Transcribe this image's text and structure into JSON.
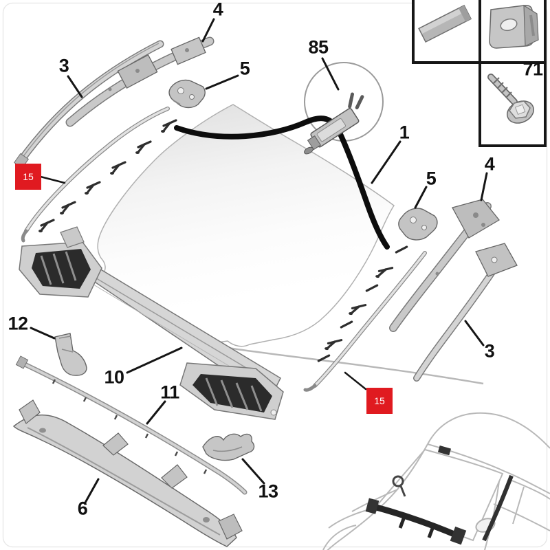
{
  "callouts": {
    "part1": {
      "label": "1"
    },
    "part3_left": {
      "label": "3"
    },
    "part4_left": {
      "label": "4"
    },
    "part5_left": {
      "label": "5"
    },
    "part85": {
      "label": "85"
    },
    "part71": {
      "label": "71"
    },
    "part5_right": {
      "label": "5"
    },
    "part4_right": {
      "label": "4"
    },
    "part3_right": {
      "label": "3"
    },
    "part12": {
      "label": "12"
    },
    "part10": {
      "label": "10"
    },
    "part11": {
      "label": "11"
    },
    "part6": {
      "label": "6"
    },
    "part13": {
      "label": "13"
    }
  },
  "markers": {
    "left15": {
      "label": "15"
    },
    "right15": {
      "label": "15"
    }
  },
  "colors": {
    "marker_background": "#e01a20",
    "marker_text": "#ffffff",
    "molding_black": "#0d0d0d",
    "leader_line": "#151515"
  }
}
